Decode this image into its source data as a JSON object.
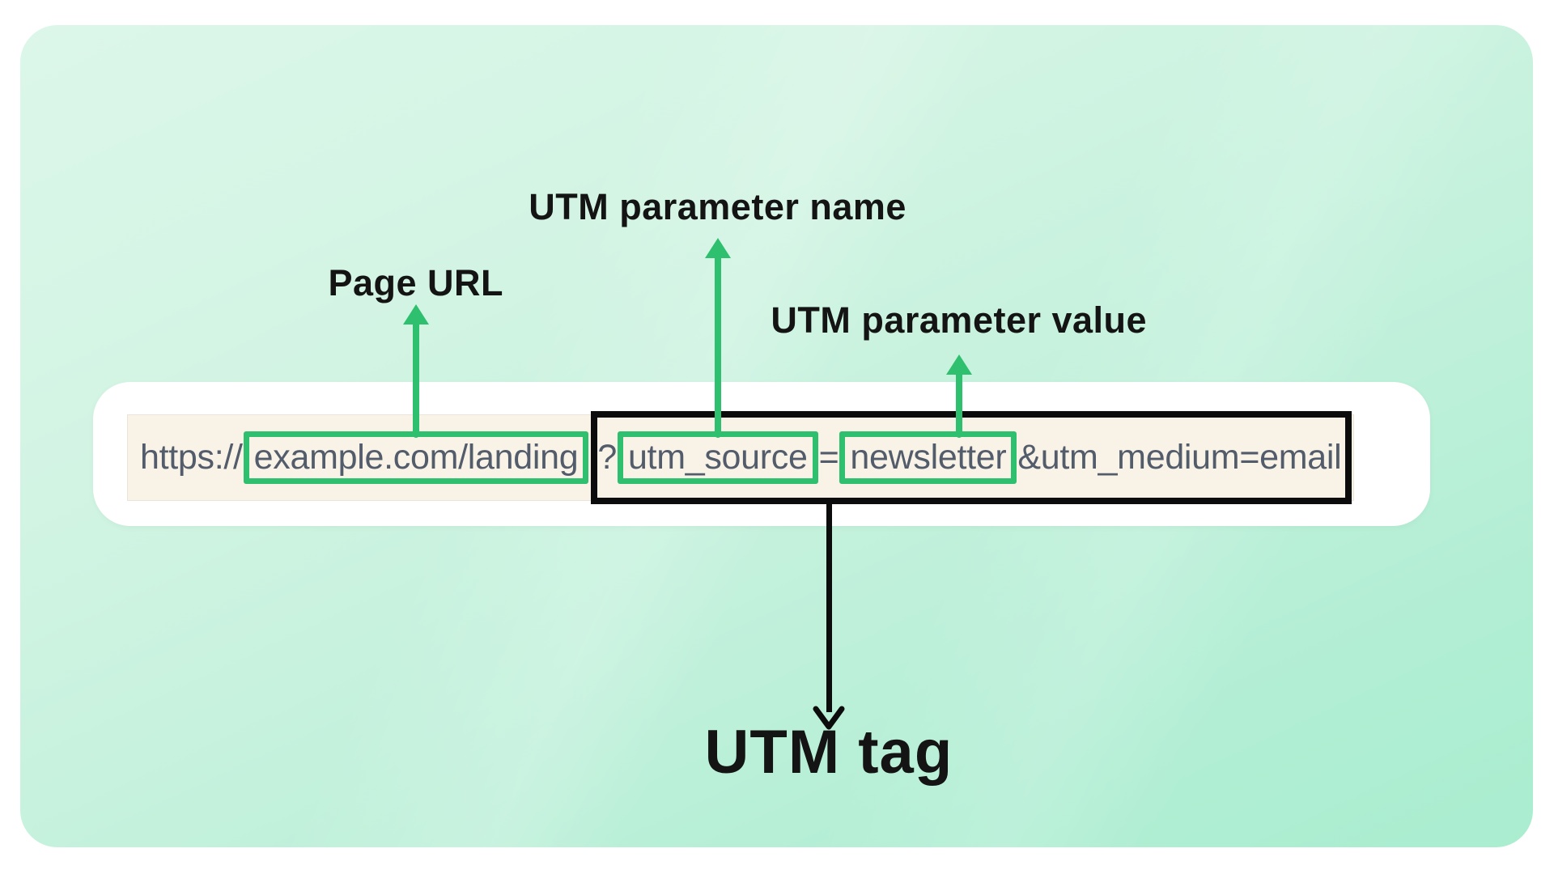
{
  "title": "UTM tag URL anatomy diagram",
  "colors": {
    "canvas_bg": "#ffffff",
    "card_gradient_top": "#dcf7ea",
    "card_gradient_bottom": "#a9edcf",
    "url_bar_bg": "#f9f2e7",
    "url_text": "#525c6b",
    "highlight_green": "#2ec06e",
    "outline_black": "#0c0c0c",
    "label_text": "#141414"
  },
  "labels": {
    "page_url": "Page URL",
    "utm_parameter_name": "UTM parameter name",
    "utm_parameter_value": "UTM parameter value",
    "utm_tag": "UTM tag"
  },
  "url": {
    "full": "https://example.com/landing?utm_source=newsletter&utm_medium=email",
    "segments": [
      {
        "name": "protocol",
        "text": "https://",
        "highlight": "none"
      },
      {
        "name": "page-path",
        "text": "example.com/landing",
        "highlight": "green-box"
      },
      {
        "name": "query-start",
        "text": "?",
        "highlight": "none"
      },
      {
        "name": "param-name",
        "text": "utm_source",
        "highlight": "green-box"
      },
      {
        "name": "equals",
        "text": "=",
        "highlight": "none"
      },
      {
        "name": "param-value",
        "text": "newsletter",
        "highlight": "green-box"
      },
      {
        "name": "second-param",
        "text": "&utm_medium=email",
        "highlight": "none"
      }
    ],
    "utm_tag_outline_wraps": "?utm_source=newsletter&utm_medium=email"
  }
}
